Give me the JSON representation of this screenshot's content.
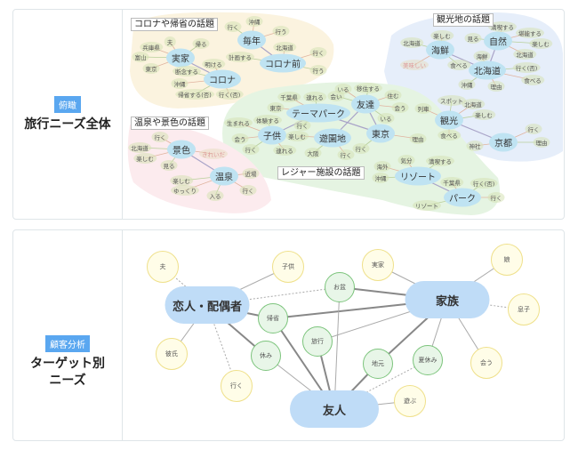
{
  "overview": {
    "badge": "俯瞰",
    "title": "旅行ニーズ全体",
    "clusters": [
      {
        "title": "コロナや帰省の話題",
        "hubs": [
          {
            "label": "実家",
            "leaves": [
              "夫",
              "帰る",
              "兵庫県",
              "富山",
              "東京"
            ]
          },
          {
            "label": "コロナ",
            "leaves": [
              "明ける",
              "断念する",
              "沖縄",
              "帰省する(否)",
              "行く(否)"
            ]
          },
          {
            "label": "毎年",
            "leaves": [
              "沖縄",
              "行く",
              "行う"
            ]
          },
          {
            "label": "コロナ前",
            "leaves": [
              "北海道",
              "計画する",
              "行く",
              "行う"
            ]
          }
        ]
      },
      {
        "title": "観光地の話題",
        "hubs": [
          {
            "label": "海鮮",
            "leaves": [
              "楽しむ",
              "北海道",
              "美味しい",
              "食べる"
            ]
          },
          {
            "label": "自然",
            "leaves": [
              "満喫する",
              "見る",
              "堪能する",
              "楽しむ",
              "北海道"
            ]
          },
          {
            "label": "北海道",
            "leaves": [
              "海鮮",
              "行く(否)",
              "食べる",
              "沖縄",
              "理由"
            ]
          },
          {
            "label": "観光",
            "leaves": [
              "列車",
              "スポット",
              "北海道",
              "楽しむ",
              "食べる"
            ]
          },
          {
            "label": "京都",
            "leaves": [
              "行く",
              "理由",
              "神社"
            ]
          }
        ]
      },
      {
        "title": "レジャー施設の話題",
        "hubs": [
          {
            "label": "テーマパーク",
            "leaves": [
              "千葉県",
              "連れる",
              "東京",
              "行く"
            ]
          },
          {
            "label": "友達",
            "leaves": [
              "いる",
              "移住する",
              "住む",
              "会い",
              "会う",
              "いる"
            ]
          },
          {
            "label": "東京",
            "leaves": [
              "理由",
              "行く"
            ]
          },
          {
            "label": "子供",
            "leaves": [
              "生まれる",
              "体験する",
              "会う",
              "行く",
              "連れる"
            ]
          },
          {
            "label": "遊園地",
            "leaves": [
              "楽しむ",
              "大阪",
              "行く"
            ]
          },
          {
            "label": "リゾート",
            "leaves": [
              "気分",
              "満喫する",
              "海外",
              "沖縄"
            ]
          },
          {
            "label": "パーク",
            "leaves": [
              "千葉県",
              "行く(否)",
              "行く",
              "リゾート"
            ]
          }
        ]
      },
      {
        "title": "温泉や景色の話題",
        "hubs": [
          {
            "label": "景色",
            "leaves": [
              "行く",
              "北海道",
              "楽しむ",
              "見る",
              "きれいだ"
            ]
          },
          {
            "label": "温泉",
            "leaves": [
              "近場",
              "楽しむ",
              "ゆっくり",
              "入る",
              "行く"
            ]
          }
        ]
      }
    ]
  },
  "target": {
    "badge": "顧客分析",
    "title_line1": "ターゲット別",
    "title_line2": "ニーズ",
    "segments": [
      "恋人・配偶者",
      "家族",
      "友人"
    ],
    "segment_words": [
      "夫",
      "子供",
      "彼氏",
      "行く",
      "実家",
      "娘",
      "息子",
      "会う",
      "遊ぶ"
    ],
    "shared_words": [
      "お盆",
      "帰省",
      "旅行",
      "休み",
      "地元",
      "夏休み"
    ]
  },
  "colors": {
    "hub": "#bfe3f2",
    "segment": "#bfdcf7",
    "segment_word_border": "#efe08a",
    "shared_word_border": "#7cc47c",
    "badge": "#5aa7f0"
  }
}
